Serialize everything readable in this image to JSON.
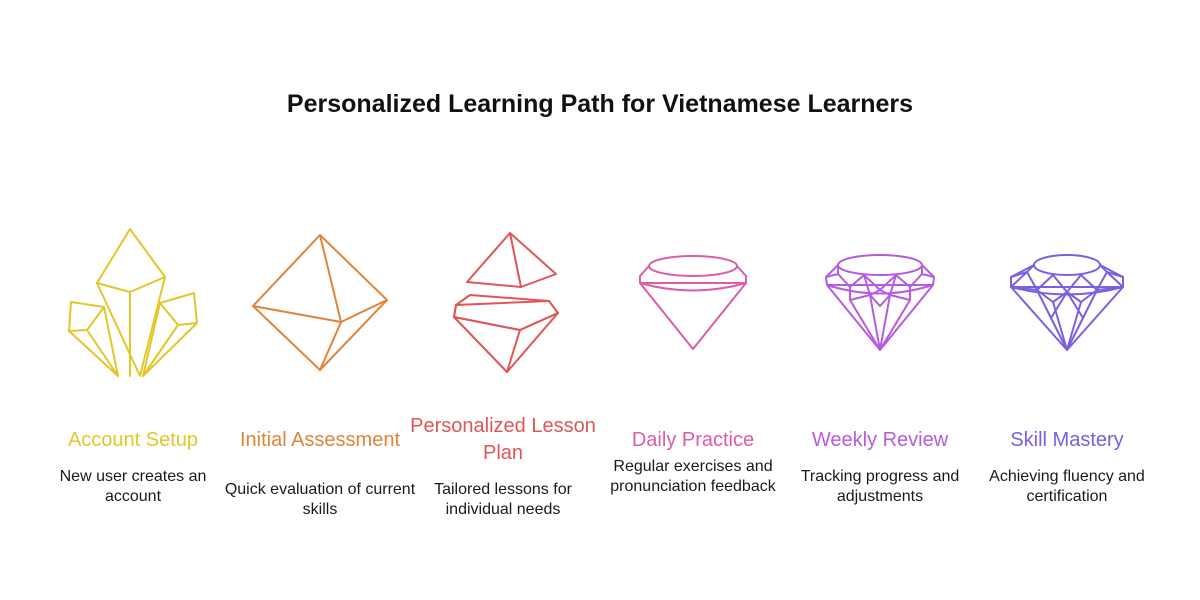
{
  "title": "Personalized Learning Path for Vietnamese Learners",
  "steps": [
    {
      "label": "Account Setup",
      "description": "New user creates an account",
      "color": "#E2C62A",
      "icon": "crystal-cluster-icon"
    },
    {
      "label": "Initial Assessment",
      "description": "Quick evaluation of current skills",
      "color": "#E0843A",
      "icon": "raw-gem-icon"
    },
    {
      "label": "Personalized Lesson Plan",
      "description": "Tailored lessons for individual needs",
      "color": "#E05555",
      "icon": "split-gem-icon"
    },
    {
      "label": "Daily Practice",
      "description": "Regular exercises and pronunciation feedback",
      "color": "#DE5BA8",
      "icon": "simple-cut-gem-icon"
    },
    {
      "label": "Weekly Review",
      "description": "Tracking progress and adjustments",
      "color": "#B65BE0",
      "icon": "faceted-gem-icon"
    },
    {
      "label": "Skill Mastery",
      "description": "Achieving fluency and certification",
      "color": "#7B5FE0",
      "icon": "brilliant-diamond-icon"
    }
  ]
}
